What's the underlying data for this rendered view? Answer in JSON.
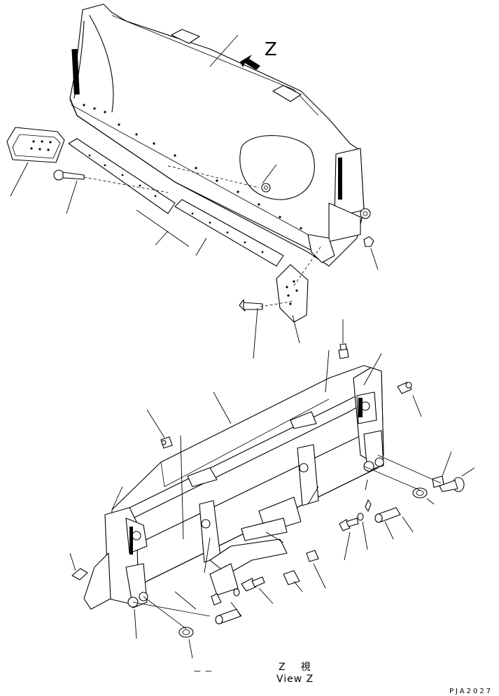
{
  "view_letter": "Z",
  "view_caption_jp": "Z　視",
  "view_caption_en": "View Z",
  "caption_dash": "－ －",
  "drawing_code": "PJA2027"
}
